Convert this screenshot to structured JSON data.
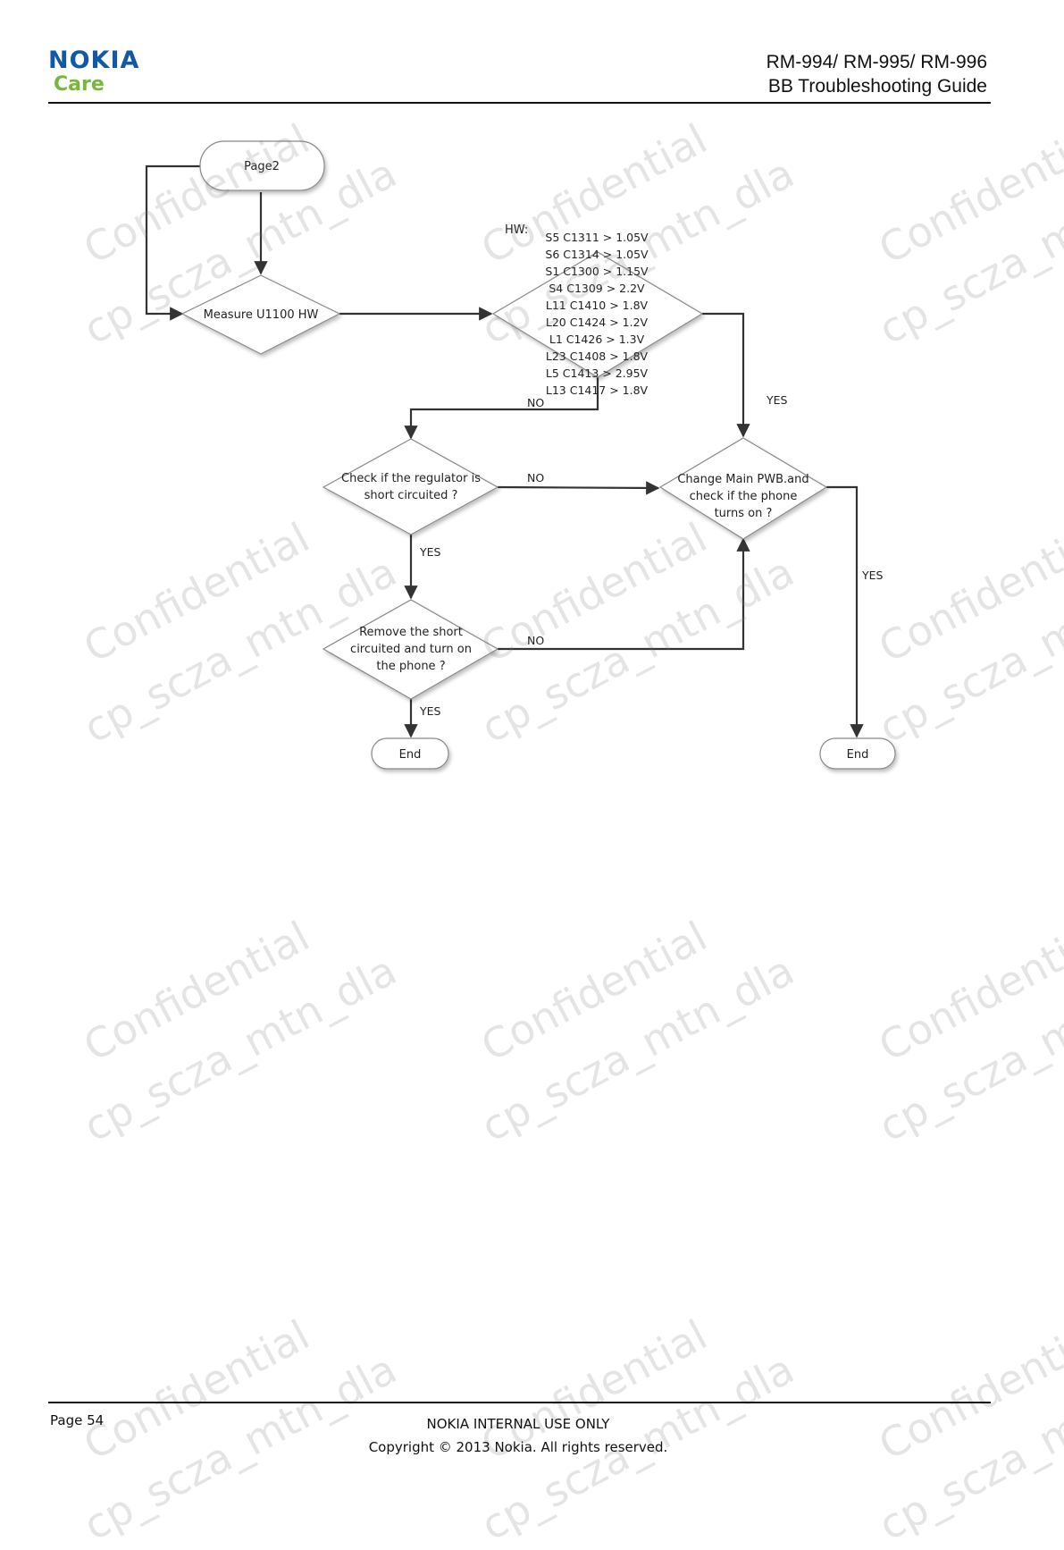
{
  "header": {
    "logo_brand": "NOKIA",
    "logo_sub": "Care",
    "doc_models": "RM-994/ RM-995/ RM-996",
    "doc_title": "BB Troubleshooting Guide"
  },
  "flowchart": {
    "start": "Page2",
    "measure": "Measure U1100 HW",
    "hw_label": "HW:",
    "hw_checks": [
      "S5 C1311 > 1.05V",
      "S6 C1314 > 1.05V",
      "S1 C1300 > 1.15V",
      "S4 C1309 > 2.2V",
      "L11 C1410 > 1.8V",
      "L20 C1424 > 1.2V",
      "L1 C1426 > 1.3V",
      "L23 C1408 > 1.8V",
      "L5 C1413 > 2.95V",
      "L13 C1417 > 1.8V"
    ],
    "regulator_q": [
      "Check if the regulator is",
      "short circuited ?"
    ],
    "change_q": [
      "Change Main PWB.and",
      "check if the phone",
      "turns on ?"
    ],
    "remove_q": [
      "Remove the short",
      "circuited and turn on",
      "the phone ?"
    ],
    "end_left": "End",
    "end_right": "End",
    "labels": {
      "hw_no": "NO",
      "hw_yes": "YES",
      "reg_no": "NO",
      "reg_yes": "YES",
      "rem_no": "NO",
      "rem_yes": "YES",
      "chg_yes": "YES"
    }
  },
  "watermark": {
    "line1": "Confidential",
    "line2": "cp_scza_mtn_dla"
  },
  "footer": {
    "page": "Page 54",
    "classification": "NOKIA INTERNAL USE ONLY",
    "copyright": "Copyright © 2013 Nokia. All rights reserved."
  }
}
